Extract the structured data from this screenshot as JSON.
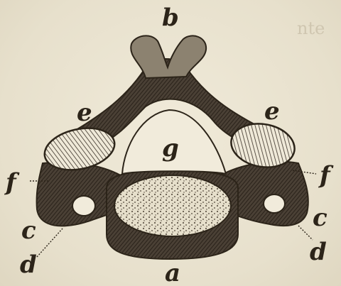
{
  "figure": {
    "background_text": [
      "nte"
    ],
    "labels": {
      "a": "a",
      "b": "b",
      "c_left": "c",
      "c_right": "c",
      "d_left": "d",
      "d_right": "d",
      "e_left": "e",
      "e_right": "e",
      "f_left": "f",
      "f_right": "f",
      "g": "g"
    }
  },
  "colors": {
    "ink": "#2c2419",
    "paper": "#ece6d4",
    "bone_dark": "#3a3128",
    "bone_light": "#9a8f7c"
  }
}
